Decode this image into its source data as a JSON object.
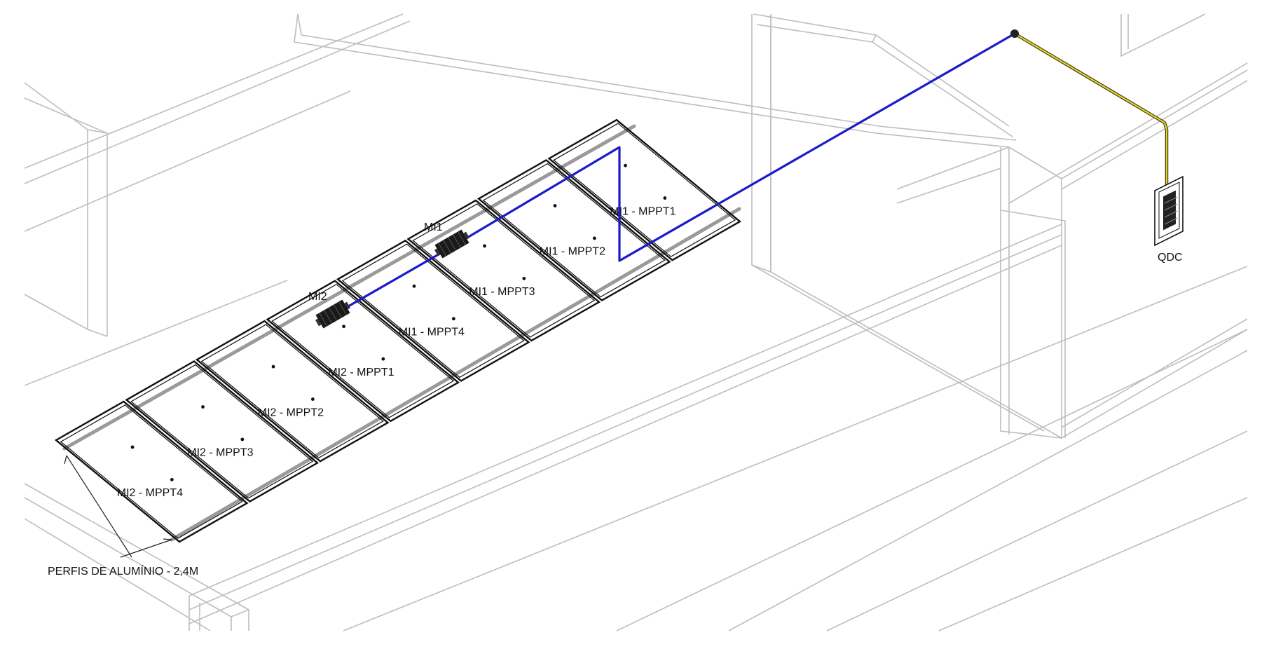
{
  "panels": [
    {
      "label": "MI1 - MPPT1"
    },
    {
      "label": "MI1 - MPPT2"
    },
    {
      "label": "MI1 - MPPT3"
    },
    {
      "label": "MI1 - MPPT4"
    },
    {
      "label": "MI2 - MPPT1"
    },
    {
      "label": "MI2 - MPPT2"
    },
    {
      "label": "MI2 - MPPT3"
    },
    {
      "label": "MI2 - MPPT4"
    }
  ],
  "inverters": [
    {
      "label": "MI1"
    },
    {
      "label": "MI2"
    }
  ],
  "qdc_label": "QDC",
  "rails_note": "PERFIS DE ALUMÍNIO - 2,4M",
  "colors": {
    "dc_wire": "#1a1acc",
    "ac_wire": "#e3d23a",
    "background_lines": "#bdbdbd",
    "panel_frame": "#111111"
  }
}
